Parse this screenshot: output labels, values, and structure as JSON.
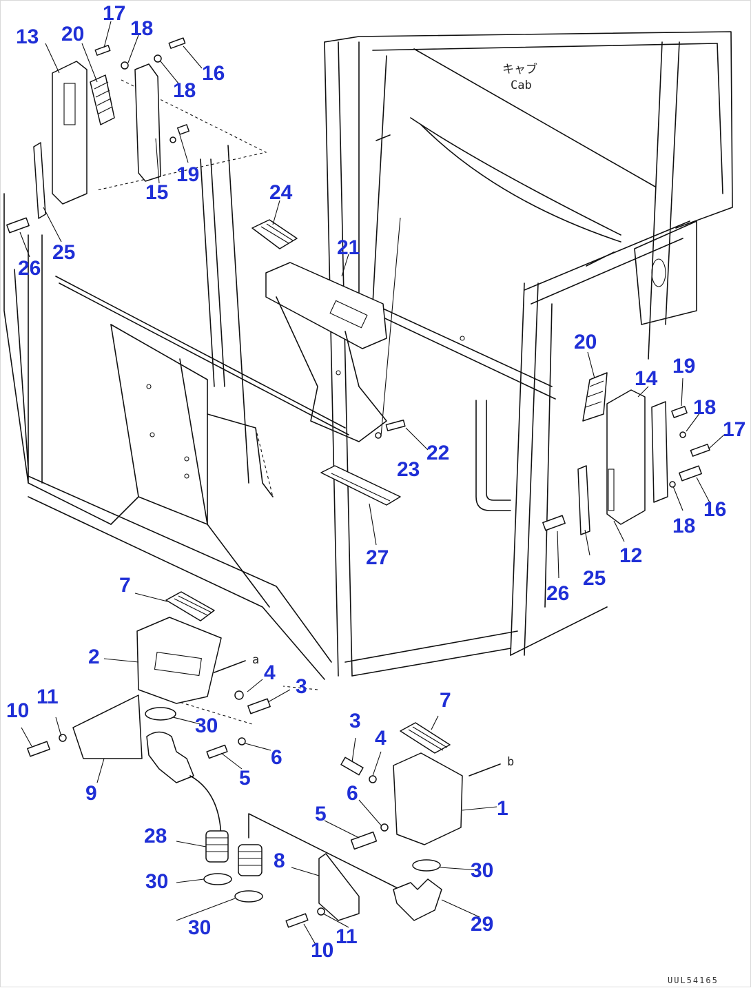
{
  "diagram": {
    "cab_label_jp": "キャブ",
    "cab_label_en": "Cab",
    "arrow_a": "a",
    "arrow_b": "b",
    "drawing_code": "UUL54165"
  },
  "callouts": [
    {
      "id": "c13",
      "text": "13"
    },
    {
      "id": "c20a",
      "text": "20"
    },
    {
      "id": "c17a",
      "text": "17"
    },
    {
      "id": "c18a",
      "text": "18"
    },
    {
      "id": "c16a",
      "text": "16"
    },
    {
      "id": "c18b",
      "text": "18"
    },
    {
      "id": "c15",
      "text": "15"
    },
    {
      "id": "c19a",
      "text": "19"
    },
    {
      "id": "c24",
      "text": "24"
    },
    {
      "id": "c25a",
      "text": "25"
    },
    {
      "id": "c26a",
      "text": "26"
    },
    {
      "id": "c21",
      "text": "21"
    },
    {
      "id": "c20b",
      "text": "20"
    },
    {
      "id": "c14",
      "text": "14"
    },
    {
      "id": "c19b",
      "text": "19"
    },
    {
      "id": "c18c",
      "text": "18"
    },
    {
      "id": "c17b",
      "text": "17"
    },
    {
      "id": "c22",
      "text": "22"
    },
    {
      "id": "c23",
      "text": "23"
    },
    {
      "id": "c16b",
      "text": "16"
    },
    {
      "id": "c18d",
      "text": "18"
    },
    {
      "id": "c12",
      "text": "12"
    },
    {
      "id": "c27",
      "text": "27"
    },
    {
      "id": "c25b",
      "text": "25"
    },
    {
      "id": "c26b",
      "text": "26"
    },
    {
      "id": "c7a",
      "text": "7"
    },
    {
      "id": "c2",
      "text": "2"
    },
    {
      "id": "c4a",
      "text": "4"
    },
    {
      "id": "c3a",
      "text": "3"
    },
    {
      "id": "c10a",
      "text": "10"
    },
    {
      "id": "c11a",
      "text": "11"
    },
    {
      "id": "c30a",
      "text": "30"
    },
    {
      "id": "c6a",
      "text": "6"
    },
    {
      "id": "c5a",
      "text": "5"
    },
    {
      "id": "c9",
      "text": "9"
    },
    {
      "id": "c3b",
      "text": "3"
    },
    {
      "id": "c4b",
      "text": "4"
    },
    {
      "id": "c7b",
      "text": "7"
    },
    {
      "id": "c6b",
      "text": "6"
    },
    {
      "id": "c1",
      "text": "1"
    },
    {
      "id": "c5b",
      "text": "5"
    },
    {
      "id": "c28",
      "text": "28"
    },
    {
      "id": "c8",
      "text": "8"
    },
    {
      "id": "c30b",
      "text": "30"
    },
    {
      "id": "c30c",
      "text": "30"
    },
    {
      "id": "c30d",
      "text": "30"
    },
    {
      "id": "c29",
      "text": "29"
    },
    {
      "id": "c11b",
      "text": "11"
    },
    {
      "id": "c10b",
      "text": "10"
    }
  ]
}
